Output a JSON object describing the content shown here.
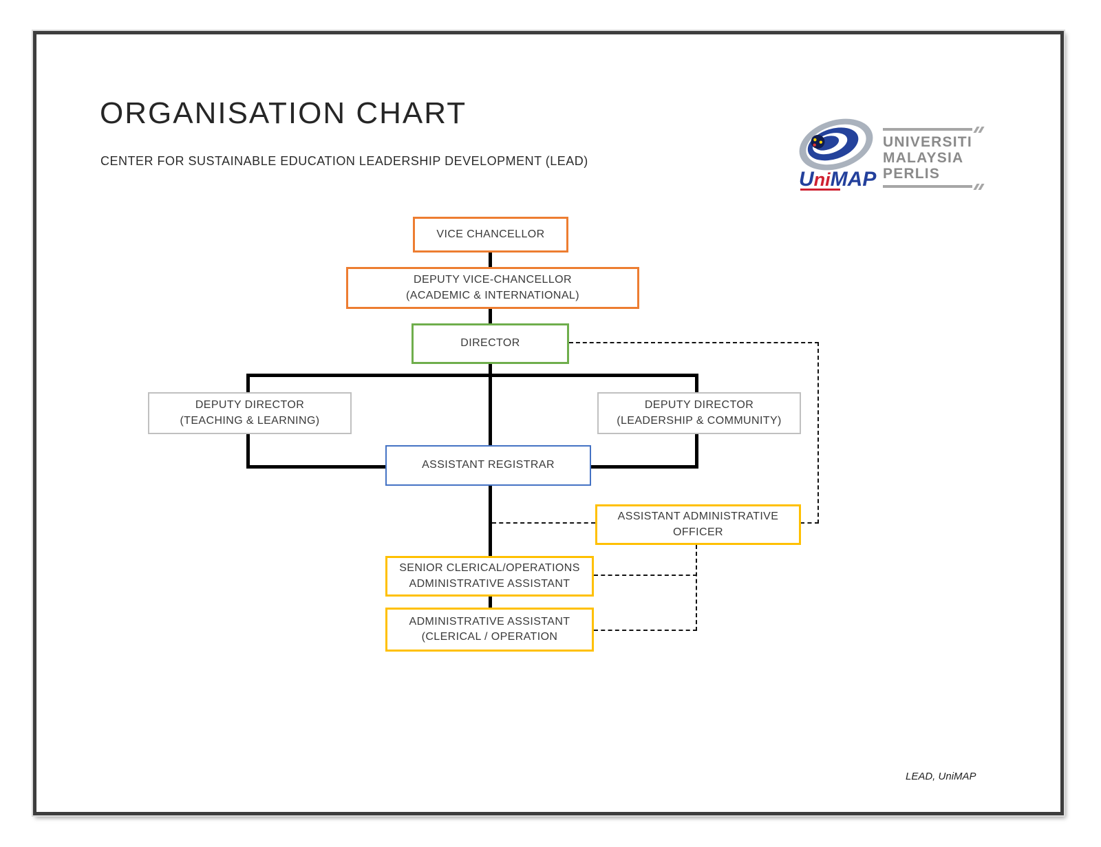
{
  "page": {
    "title": "ORGANISATION CHART",
    "subtitle": "CENTER FOR SUSTAINABLE EDUCATION LEADERSHIP DEVELOPMENT (LEAD)",
    "footer": "LEAD, UniMAP"
  },
  "logo": {
    "brand_u": "U",
    "brand_ni": "ni",
    "brand_map": "MAP",
    "university_lines": [
      "UNIVERSITI",
      "MALAYSIA",
      "PERLIS"
    ]
  },
  "colors": {
    "orange": "#ED7D31",
    "green": "#6FAE4C",
    "gray": "#C0C0C0",
    "blue": "#4472C4",
    "yellow": "#FFC000",
    "line_solid": "#000000",
    "line_dashed": "#111111"
  },
  "nodes": {
    "vice_chancellor": {
      "line1": "VICE CHANCELLOR"
    },
    "deputy_vice_chancellor": {
      "line1": "DEPUTY VICE-CHANCELLOR",
      "line2": "(ACADEMIC & INTERNATIONAL)"
    },
    "director": {
      "line1": "DIRECTOR"
    },
    "deputy_director_teaching": {
      "line1": "DEPUTY DIRECTOR",
      "line2": "(TEACHING & LEARNING)"
    },
    "deputy_director_leadership": {
      "line1": "DEPUTY DIRECTOR",
      "line2": "(LEADERSHIP & COMMUNITY)"
    },
    "assistant_registrar": {
      "line1": "ASSISTANT REGISTRAR"
    },
    "assistant_administrative_officer": {
      "line1": "ASSISTANT ADMINISTRATIVE",
      "line2": "OFFICER"
    },
    "senior_clerical": {
      "line1": "SENIOR CLERICAL/OPERATIONS",
      "line2": "ADMINISTRATIVE ASSISTANT"
    },
    "administrative_assistant": {
      "line1": "ADMINISTRATIVE ASSISTANT",
      "line2": "(CLERICAL / OPERATION"
    }
  }
}
